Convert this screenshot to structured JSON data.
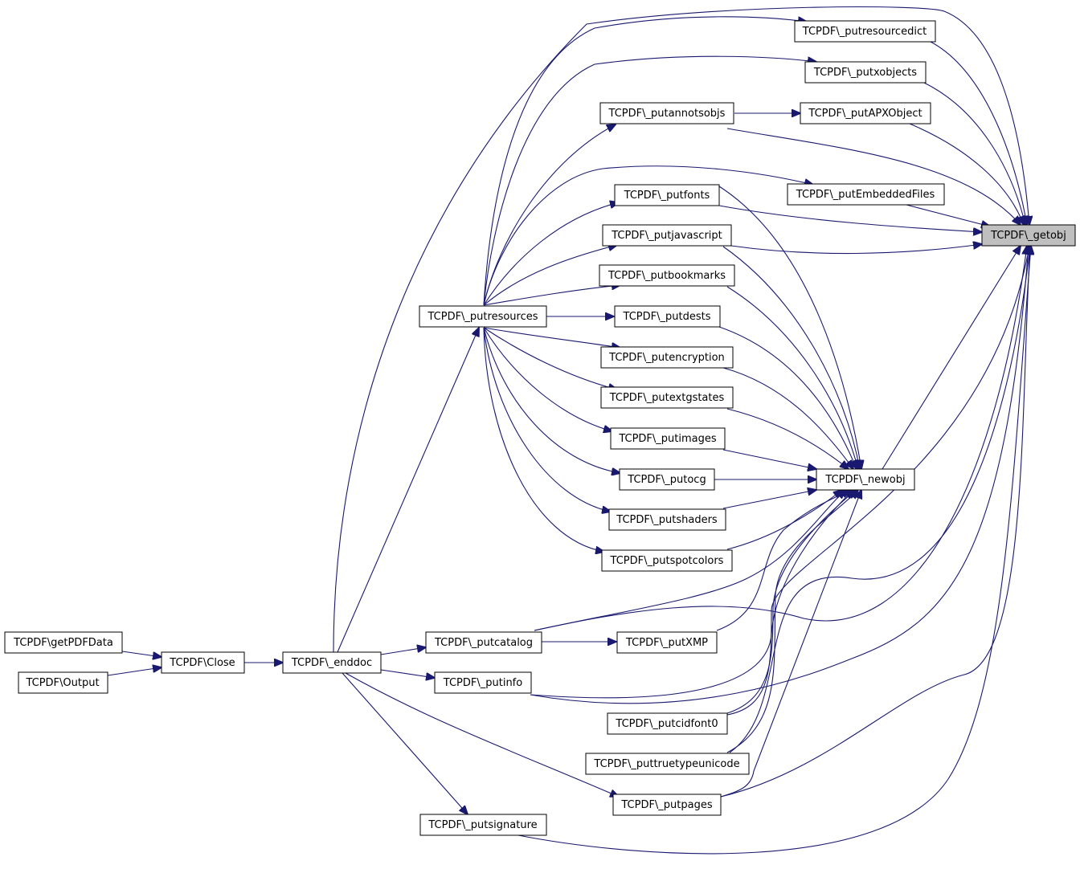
{
  "colors": {
    "edge": "#191970",
    "node_border": "#000000",
    "node_fill": "#ffffff",
    "highlight_fill": "#bfbfbf"
  },
  "nodes": {
    "getobj": "TCPDF\\_getobj",
    "putresourcedict": "TCPDF\\_putresourcedict",
    "putxobjects": "TCPDF\\_putxobjects",
    "putannotsobjs": "TCPDF\\_putannotsobjs",
    "putAPXObject": "TCPDF\\_putAPXObject",
    "putEmbeddedFiles": "TCPDF\\_putEmbeddedFiles",
    "putfonts": "TCPDF\\_putfonts",
    "putjavascript": "TCPDF\\_putjavascript",
    "putbookmarks": "TCPDF\\_putbookmarks",
    "putresources": "TCPDF\\_putresources",
    "putdests": "TCPDF\\_putdests",
    "putencryption": "TCPDF\\_putencryption",
    "putextgstates": "TCPDF\\_putextgstates",
    "putimages": "TCPDF\\_putimages",
    "putocg": "TCPDF\\_putocg",
    "newobj": "TCPDF\\_newobj",
    "putshaders": "TCPDF\\_putshaders",
    "putspotcolors": "TCPDF\\_putspotcolors",
    "getPDFData": "TCPDF\\getPDFData",
    "Close": "TCPDF\\Close",
    "enddoc": "TCPDF\\_enddoc",
    "putcatalog": "TCPDF\\_putcatalog",
    "putXMP": "TCPDF\\_putXMP",
    "Output": "TCPDF\\Output",
    "putinfo": "TCPDF\\_putinfo",
    "putcidfont0": "TCPDF\\_putcidfont0",
    "puttruetypeunicode": "TCPDF\\_puttruetypeunicode",
    "putpages": "TCPDF\\_putpages",
    "putsignature": "TCPDF\\_putsignature"
  }
}
